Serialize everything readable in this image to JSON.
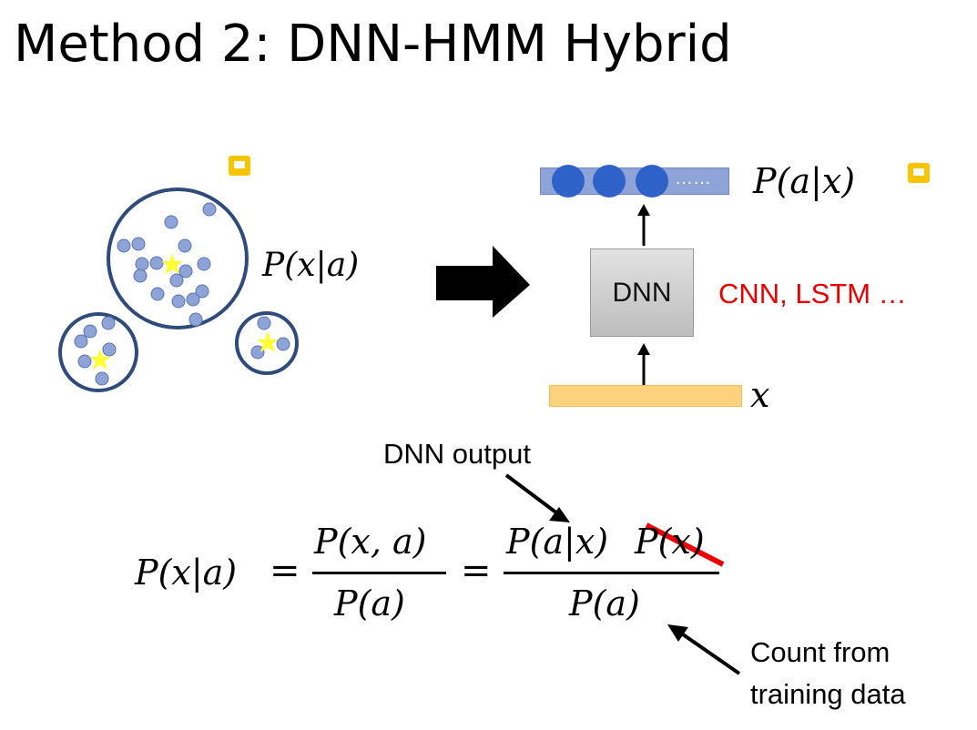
{
  "slide": {
    "title": "Method 2: DNN-HMM Hybrid"
  },
  "left_diagram": {
    "likelihood_label": "P(x|a)"
  },
  "right_diagram": {
    "output_label": "P(a|x)",
    "output_dots_text": "……",
    "model_label": "DNN",
    "alternatives_label": "CNN, LSTM …",
    "input_label": "x",
    "alternatives_color": "#e60000"
  },
  "annotations": {
    "dnn_output": "DNN output",
    "count_line1": "Count from",
    "count_line2": "training data"
  },
  "equation": {
    "lhs": "P(x|a)",
    "eq1": "=",
    "frac1_num": "P(x, a)",
    "frac1_den": "P(a)",
    "eq2": "=",
    "frac2_num_part1": "P(a|x)",
    "frac2_num_part2": "P(x)",
    "frac2_den": "P(a)"
  },
  "colors": {
    "circle_stroke": "#2f4b7c",
    "dot_fill": "#8ea4d9",
    "star": "#ffff33",
    "output_node": "#2e62c8",
    "strike": "#ee0000",
    "note_icon": "#f6c500"
  }
}
